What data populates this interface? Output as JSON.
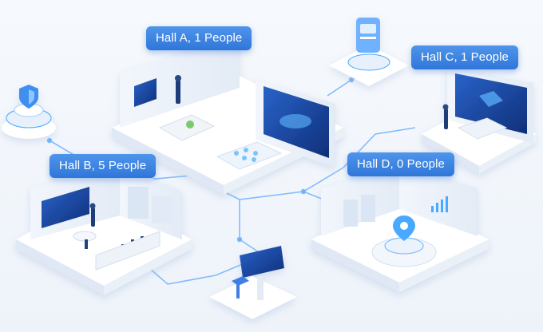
{
  "labels": {
    "hall_a": "Hall A, 1 People",
    "hall_b": "Hall B, 5 People",
    "hall_c": "Hall C, 1 People",
    "hall_d": "Hall D, 0 People"
  },
  "colors": {
    "accent": "#2f76da",
    "glow": "#4aa8ff",
    "floor": "#ffffff",
    "screen": "#1a3f8f"
  },
  "icons": [
    "shield-icon",
    "card-terminal-icon",
    "bar-chart-icon",
    "location-pin-icon"
  ]
}
